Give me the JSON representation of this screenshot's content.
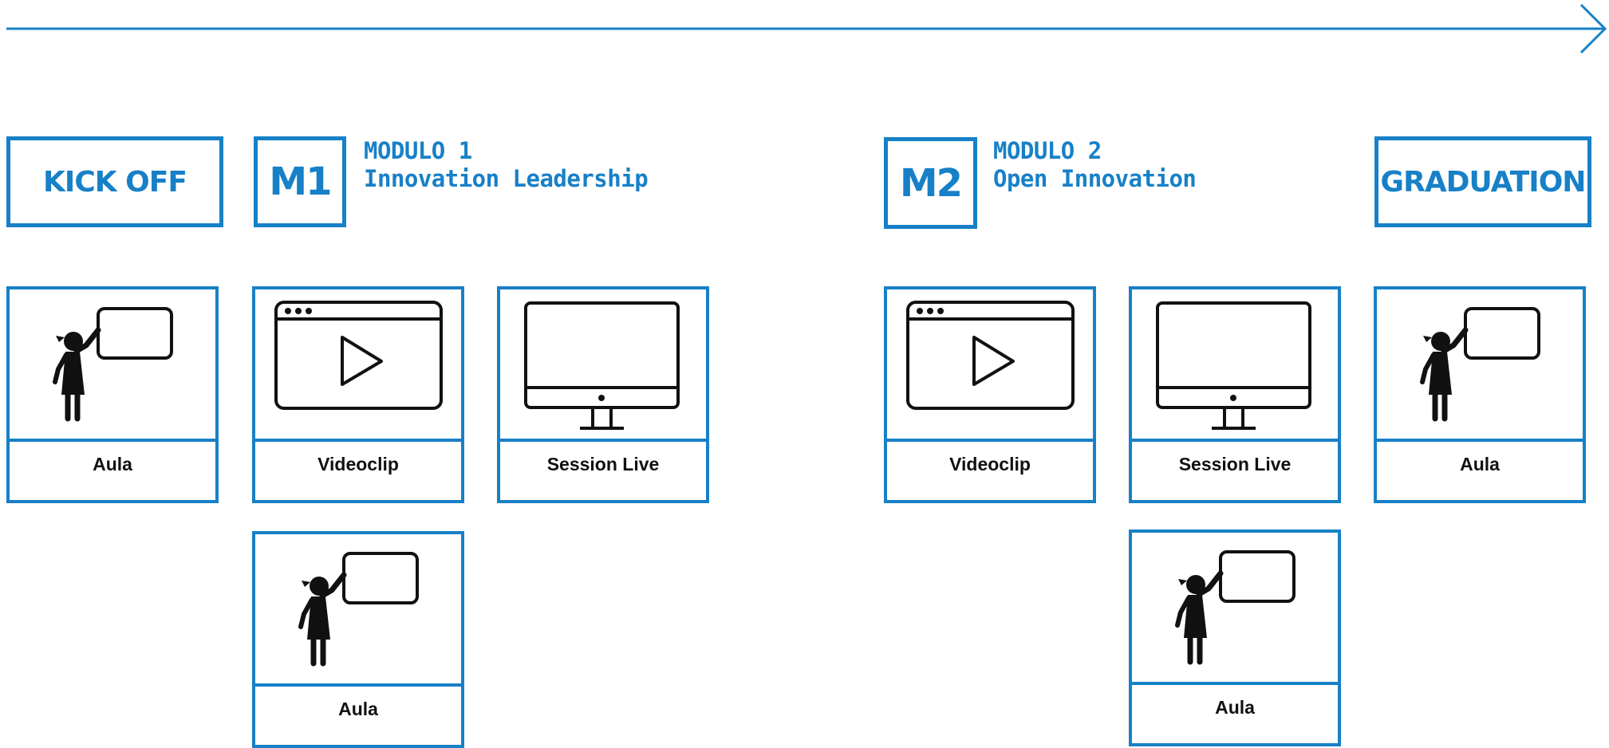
{
  "colors": {
    "accent": "#1780c7",
    "icon": "#111111",
    "background": "#ffffff"
  },
  "phases": {
    "kickoff": "KICK OFF",
    "m1": "M1",
    "m2": "M2",
    "graduation": "GRADUATION"
  },
  "modules": {
    "m1": {
      "title": "MODULO 1",
      "subtitle": "Innovation Leadership"
    },
    "m2": {
      "title": "MODULO 2",
      "subtitle": "Open Innovation"
    }
  },
  "cards": [
    {
      "group": "kickoff",
      "icon": "teacher-icon",
      "label": "Aula"
    },
    {
      "group": "m1",
      "icon": "video-player-icon",
      "label": "Videoclip"
    },
    {
      "group": "m1",
      "icon": "monitor-icon",
      "label": "Session Live"
    },
    {
      "group": "m1",
      "icon": "teacher-icon",
      "label": "Aula"
    },
    {
      "group": "m2",
      "icon": "video-player-icon",
      "label": "Videoclip"
    },
    {
      "group": "m2",
      "icon": "monitor-icon",
      "label": "Session Live"
    },
    {
      "group": "m2",
      "icon": "teacher-icon",
      "label": "Aula"
    },
    {
      "group": "graduation",
      "icon": "teacher-icon",
      "label": "Aula"
    }
  ]
}
